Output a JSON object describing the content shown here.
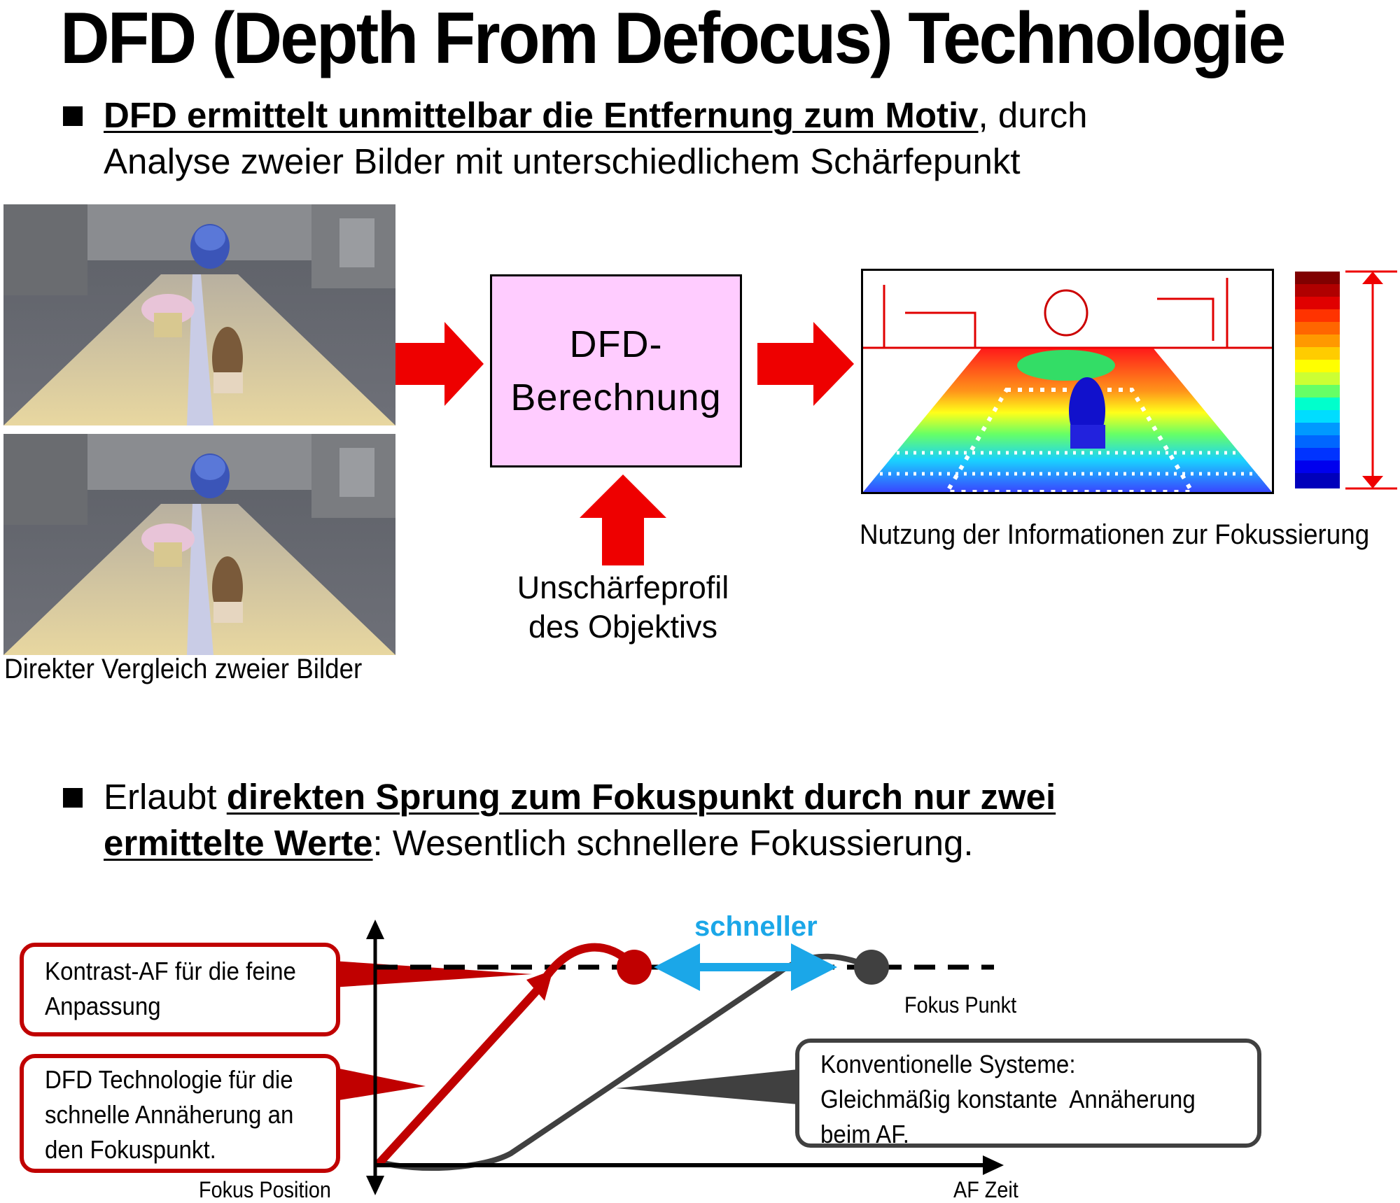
{
  "title": "DFD (Depth From Defocus) Technologie",
  "bullet1": {
    "bold": "DFD ermittelt unmittelbar die Entfernung zum Motiv",
    "rest1": ", durch",
    "line2": "Analyse zweier Bilder mit unterschiedlichem Schärfepunkt"
  },
  "images_caption": "Direkter Vergleich zweier Bilder",
  "dfd_box": {
    "line1": "DFD-",
    "line2": "Berechnung"
  },
  "profile_label": {
    "line1": "Unschärfeprofil",
    "line2": "des Objektivs"
  },
  "depth_caption": "Nutzung der Informationen zur Fokussierung",
  "bullet2": {
    "lead": "Erlaubt ",
    "bold1": "direkten Sprung zum Fokuspunkt durch nur zwei",
    "bold2": "ermittelte Werte",
    "rest": ": Wesentlich schnellere Fokussierung."
  },
  "graph": {
    "speed_label": "schneller",
    "focus_point_label": "Fokus Punkt",
    "y_axis_label": "Fokus Position",
    "x_axis_label": "AF Zeit",
    "callout_contrast": [
      "Kontrast-AF für die feine",
      "Anpassung"
    ],
    "callout_dfd": [
      "DFD Technologie für die",
      "schnelle Annäherung an",
      "den Fokuspunkt."
    ],
    "callout_conventional": [
      "Konventionelle Systeme:",
      "Gleichmäßig konstante  Annäherung",
      "beim AF."
    ]
  },
  "colors": {
    "arrow_red": "#ee0000",
    "dfd_box_fill": "#ffccff",
    "dfd_curve": "#c00000",
    "conventional_curve": "#404040",
    "speed_arrow": "#1ba7e8"
  }
}
